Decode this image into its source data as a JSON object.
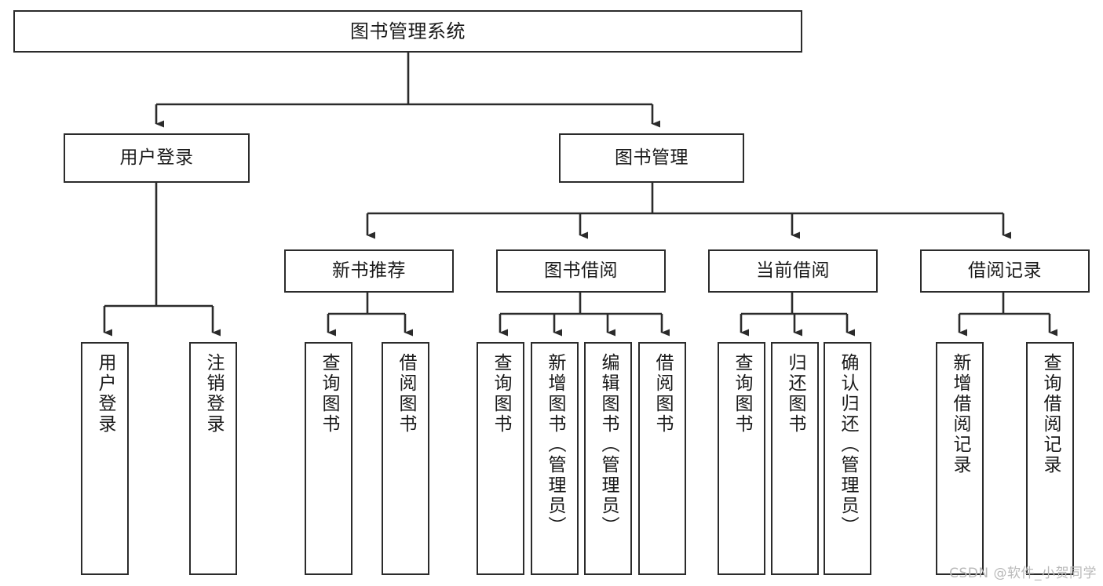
{
  "diagram": {
    "type": "tree-hierarchy-chart",
    "title_text": "图书管理系统",
    "background_color": "#ffffff",
    "line_color": "#2b2b2b",
    "box_border_color": "#2b2b2b",
    "levels": 4,
    "root": {
      "id": "root",
      "label": "图书管理系统",
      "orientation": "horizontal"
    },
    "level2": [
      {
        "id": "user-login",
        "label": "用户登录",
        "orientation": "horizontal"
      },
      {
        "id": "book-management",
        "label": "图书管理",
        "orientation": "horizontal"
      }
    ],
    "level3": [
      {
        "id": "new-book-recommend",
        "label": "新书推荐",
        "orientation": "horizontal"
      },
      {
        "id": "book-borrow",
        "label": "图书借阅",
        "orientation": "horizontal"
      },
      {
        "id": "current-borrow",
        "label": "当前借阅",
        "orientation": "horizontal"
      },
      {
        "id": "borrow-record",
        "label": "借阅记录",
        "orientation": "horizontal"
      }
    ],
    "leaves": {
      "user_login_children": [
        {
          "id": "leaf-user-login",
          "label": "用户登录"
        },
        {
          "id": "leaf-logout-login",
          "label": "注销登录"
        }
      ],
      "new_book_recommend_children": [
        {
          "id": "leaf-query-book-1",
          "label": "查询图书"
        },
        {
          "id": "leaf-borrow-book-1",
          "label": "借阅图书"
        }
      ],
      "book_borrow_children": [
        {
          "id": "leaf-query-book-2",
          "label": "查询图书"
        },
        {
          "id": "leaf-add-book-admin",
          "label": "新增图书（管理员）"
        },
        {
          "id": "leaf-edit-book-admin",
          "label": "编辑图书（管理员）"
        },
        {
          "id": "leaf-borrow-book-2",
          "label": "借阅图书"
        }
      ],
      "current_borrow_children": [
        {
          "id": "leaf-query-book-3",
          "label": "查询图书"
        },
        {
          "id": "leaf-return-book",
          "label": "归还图书"
        },
        {
          "id": "leaf-confirm-return-admin",
          "label": "确认归还（管理员）"
        }
      ],
      "borrow_record_children": [
        {
          "id": "leaf-add-borrow-record",
          "label": "新增借阅记录"
        },
        {
          "id": "leaf-query-borrow-record",
          "label": "查询借阅记录"
        }
      ]
    },
    "watermark": "CSDN @软件_小贺同学"
  }
}
